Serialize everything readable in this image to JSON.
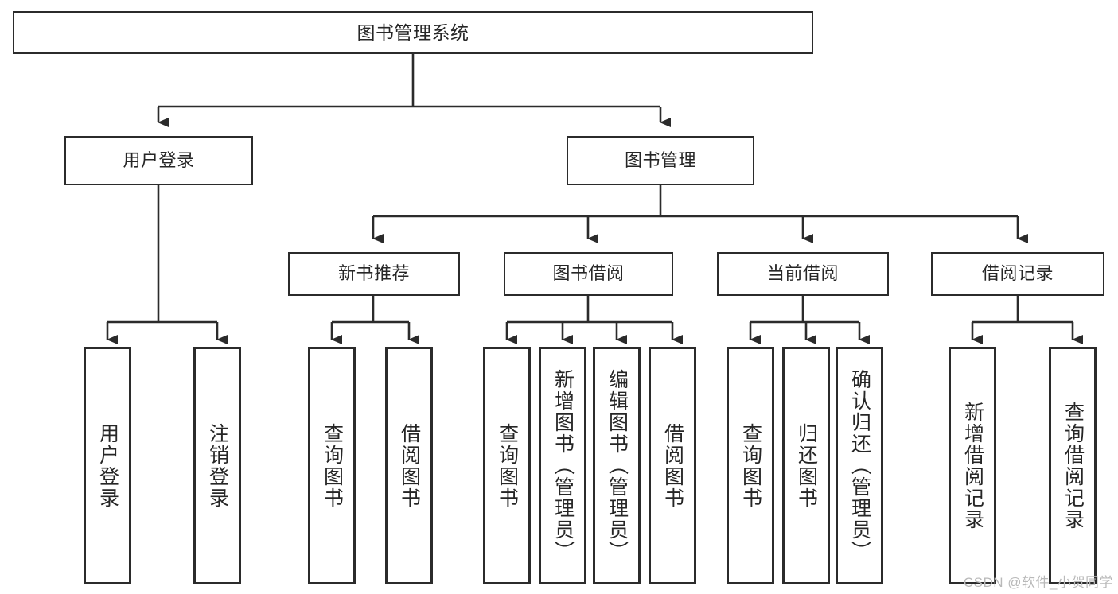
{
  "diagram": {
    "title": "图书管理系统",
    "type": "hierarchy-tree",
    "colors": {
      "box_border": "#2b2b2b",
      "box_fill": "#ffffff",
      "text": "#262626",
      "connector": "#2b2b2b",
      "watermark": "#b9b9b9",
      "background": "#ffffff"
    },
    "watermark": "CSDN @软件_小贺同学",
    "levels": {
      "root": {
        "id": "root",
        "label": "图书管理系统",
        "orientation": "horizontal"
      },
      "level2": [
        {
          "id": "user-login",
          "label": "用户登录",
          "orientation": "horizontal"
        },
        {
          "id": "book-management",
          "label": "图书管理",
          "orientation": "horizontal"
        }
      ],
      "level3": [
        {
          "id": "new-book-recommend",
          "label": "新书推荐",
          "orientation": "horizontal",
          "parent": "book-management"
        },
        {
          "id": "book-borrow",
          "label": "图书借阅",
          "orientation": "horizontal",
          "parent": "book-management"
        },
        {
          "id": "current-borrow",
          "label": "当前借阅",
          "orientation": "horizontal",
          "parent": "book-management"
        },
        {
          "id": "borrow-record",
          "label": "借阅记录",
          "orientation": "horizontal",
          "parent": "book-management"
        }
      ],
      "leaves": [
        {
          "id": "leaf-user-login",
          "label": "用户登录",
          "orientation": "vertical",
          "parent": "user-login"
        },
        {
          "id": "leaf-logout-login",
          "label": "注销登录",
          "orientation": "vertical",
          "parent": "user-login"
        },
        {
          "id": "leaf-query-book-1",
          "label": "查询图书",
          "orientation": "vertical",
          "parent": "new-book-recommend"
        },
        {
          "id": "leaf-borrow-book-1",
          "label": "借阅图书",
          "orientation": "vertical",
          "parent": "new-book-recommend"
        },
        {
          "id": "leaf-query-book-2",
          "label": "查询图书",
          "orientation": "vertical",
          "parent": "book-borrow"
        },
        {
          "id": "leaf-add-book-admin",
          "label": "新增图书（管理员）",
          "orientation": "vertical",
          "parent": "book-borrow"
        },
        {
          "id": "leaf-edit-book-admin",
          "label": "编辑图书（管理员）",
          "orientation": "vertical",
          "parent": "book-borrow"
        },
        {
          "id": "leaf-borrow-book-2",
          "label": "借阅图书",
          "orientation": "vertical",
          "parent": "book-borrow"
        },
        {
          "id": "leaf-query-book-3",
          "label": "查询图书",
          "orientation": "vertical",
          "parent": "current-borrow"
        },
        {
          "id": "leaf-return-book",
          "label": "归还图书",
          "orientation": "vertical",
          "parent": "current-borrow"
        },
        {
          "id": "leaf-confirm-return-admin",
          "label": "确认归还（管理员）",
          "orientation": "vertical",
          "parent": "current-borrow"
        },
        {
          "id": "leaf-add-borrow-record",
          "label": "新增借阅记录",
          "orientation": "vertical",
          "parent": "borrow-record"
        },
        {
          "id": "leaf-query-borrow-record",
          "label": "查询借阅记录",
          "orientation": "vertical",
          "parent": "borrow-record"
        }
      ]
    }
  }
}
